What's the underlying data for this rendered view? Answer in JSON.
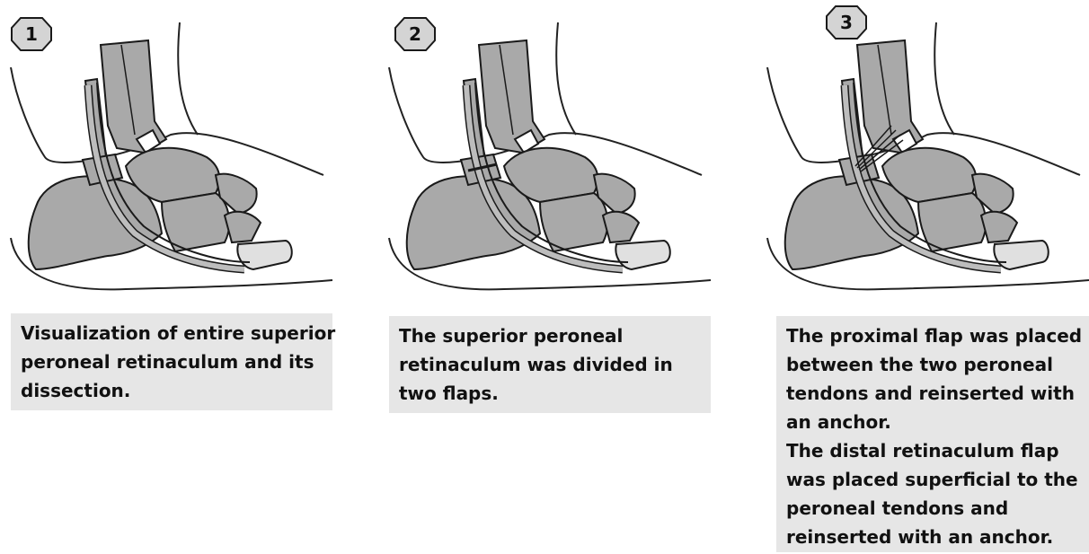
{
  "panels": [
    {
      "number": "1",
      "caption_lines": [
        "Visualization of entire superior",
        "peroneal retinaculum and its",
        "dissection."
      ]
    },
    {
      "number": "2",
      "caption_lines": [
        "The superior peroneal",
        "retinaculum was divided in",
        "two flaps."
      ]
    },
    {
      "number": "3",
      "caption_lines": [
        "The proximal flap was placed",
        "between the two peroneal",
        "tendons and reinserted with",
        "an anchor.",
        "The distal retinaculum flap",
        "was placed superficial to the",
        "peroneal tendons and",
        "reinserted with an anchor."
      ]
    }
  ],
  "colors": {
    "bone": "#a9a9a9",
    "outline": "#1a1a1a",
    "caption_bg": "#e6e6e6",
    "badge_fill": "#d4d4d4"
  }
}
